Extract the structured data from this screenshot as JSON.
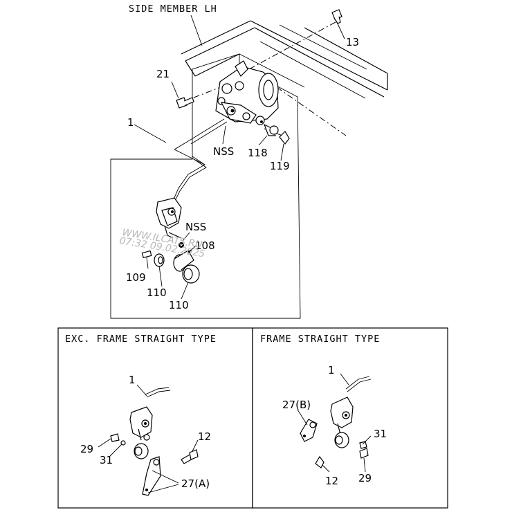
{
  "header": {
    "side_member": "SIDE MEMBER LH"
  },
  "watermark": {
    "site": "WWW.ILCATS.RU",
    "timestamp": "07:32 09.02.2025"
  },
  "callouts": {
    "c13": "13",
    "c21": "21",
    "c1": "1",
    "nss_upper": "NSS",
    "c118": "118",
    "c119": "119",
    "nss_lower": "NSS",
    "c108": "108",
    "c109": "109",
    "c110a": "110",
    "c110b": "110"
  },
  "panel_left": {
    "title": "EXC. FRAME STRAIGHT TYPE",
    "c1": "1",
    "c12": "12",
    "c29": "29",
    "c31": "31",
    "c27a": "27(A)"
  },
  "panel_right": {
    "title": "FRAME STRAIGHT TYPE",
    "c1": "1",
    "c27b": "27(B)",
    "c31": "31",
    "c12": "12",
    "c29": "29"
  }
}
